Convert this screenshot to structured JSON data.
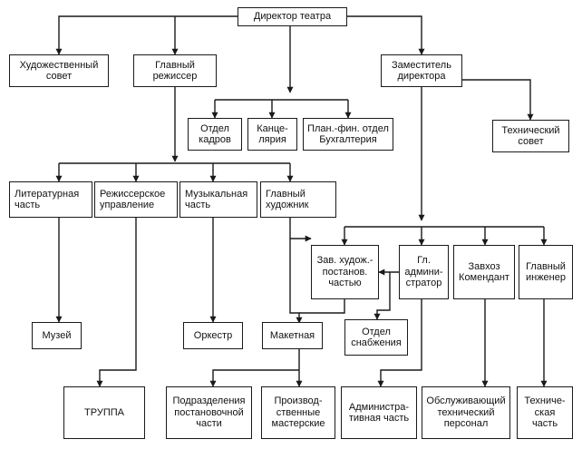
{
  "org_chart": {
    "nodes": {
      "director": "Директор театра",
      "art_council": "Художественный\nсовет",
      "chief_director": "Главный\nрежиссер",
      "deputy": "Заместитель\nдиректора",
      "hr": "Отдел\nкадров",
      "office": "Канце-\nлярия",
      "planning": "План.-фин. отдел\nБухгалтерия",
      "tech_council": "Технический\nсовет",
      "literary": "Литературная\nчасть",
      "directing": "Режиссерское\nуправление",
      "music": "Музыкальная\nчасть",
      "chief_artist": "Главный\nхудожник",
      "prod_head": "Зав. худож.-\nпостанов.\nчастью",
      "chief_admin": "Гл.\nадмини-\nстратор",
      "supply_manager": "Завхоз\nКомендант",
      "chief_engineer": "Главный\nинженер",
      "museum": "Музей",
      "orchestra": "Оркестр",
      "model_shop": "Макетная",
      "supply_dept": "Отдел\nснабжения",
      "troupe": "ТРУППА",
      "prod_units": "Подразделения\nпостановочной\nчасти",
      "workshops": "Производ-\nственные\nмастерские",
      "admin_part": "Администра-\nтивная часть",
      "service_staff": "Обслуживающий\nтехнический\nперсонал",
      "tech_part": "Техниче-\nская\nчасть"
    }
  }
}
